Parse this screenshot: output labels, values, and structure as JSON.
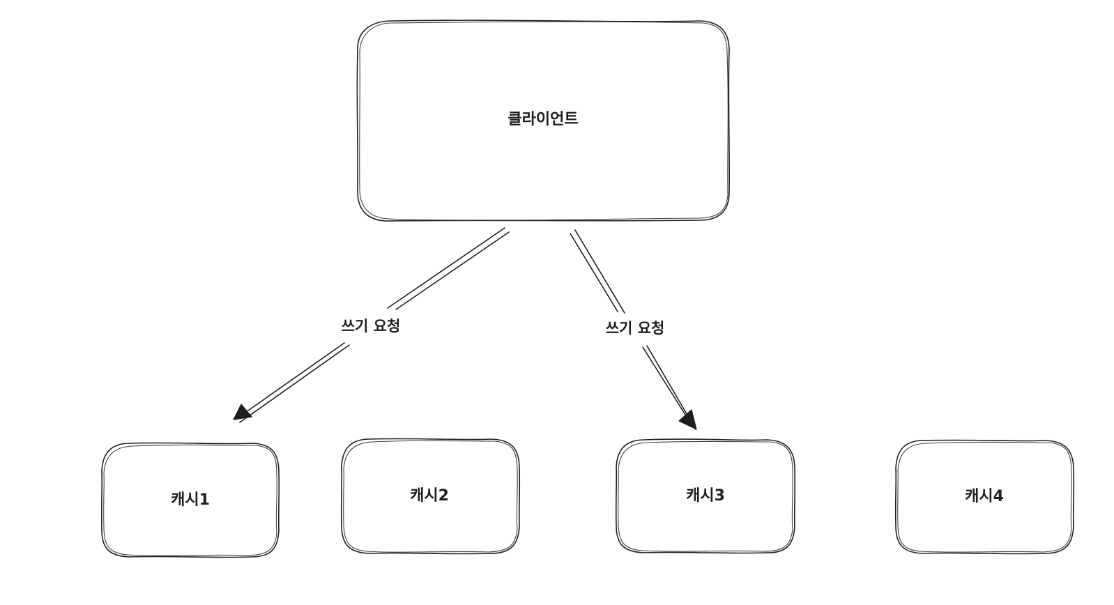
{
  "nodes": {
    "client": {
      "label": "클라이언트"
    },
    "cache1": {
      "label": "캐시1"
    },
    "cache2": {
      "label": "캐시2"
    },
    "cache3": {
      "label": "캐시3"
    },
    "cache4": {
      "label": "캐시4"
    }
  },
  "edges": {
    "to_cache1": {
      "label": "쓰기 요청"
    },
    "to_cache3": {
      "label": "쓰기 요청"
    }
  },
  "colors": {
    "stroke": "#1e1e1e",
    "background": "#ffffff"
  }
}
